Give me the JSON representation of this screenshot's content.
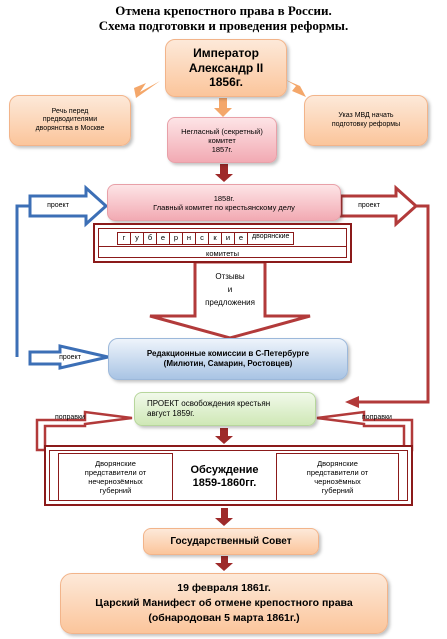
{
  "title": {
    "line1": "Отмена крепостного права в России.",
    "line2": "Схема подготовки и проведения реформы."
  },
  "emperor": {
    "line1": "Император",
    "line2": "Александр II",
    "line3": "1856г."
  },
  "speech": {
    "line1": "Речь перед",
    "line2": "предводителями",
    "line3": "дворянства в Москве"
  },
  "decree": {
    "line1": "Указ МВД начать",
    "line2": "подготовку реформы"
  },
  "secret_committee": {
    "line1": "Негласный (секретный)",
    "line2": "комитет",
    "line3": "1857г."
  },
  "main_committee": {
    "line1": "1858г.",
    "line2": "Главный комитет по крестьянскому делу"
  },
  "provincial_committees": {
    "letters": [
      "г",
      "у",
      "б",
      "е",
      "р",
      "н",
      "с",
      "к",
      "и",
      "е"
    ],
    "line1_tail": "дворянские",
    "line2": "комитеты"
  },
  "feedback": {
    "line1": "Отзывы",
    "line2": "и",
    "line3": "предложения"
  },
  "editorial": {
    "line1": "Редакционные комиссии в С-Петербурге",
    "line2": "(Милютин, Самарин, Ростовцев)"
  },
  "arrow_labels": {
    "project_left_top": "проект",
    "project_right_top": "проект",
    "project_left_bottom": "проект",
    "amend_left": "поправки",
    "amend_right": "поправки"
  },
  "draft": {
    "line1": "ПРОЕКТ освобождения крестьян",
    "line2": "август 1859г."
  },
  "discussion": {
    "left": {
      "line1": "Дворянские",
      "line2": "представители от",
      "line3": "нечернозёмных",
      "line4": "губерний"
    },
    "center": {
      "line1": "Обсуждение",
      "line2": "1859-1860гг."
    },
    "right": {
      "line1": "Дворянские",
      "line2": "представители от",
      "line3": "чернозёмных",
      "line4": "губерний"
    }
  },
  "state_council": "Государственный Совет",
  "manifesto": {
    "line1": "19 февраля 1861г.",
    "line2": "Царский Манифест об отмене крепостного права",
    "line3": "(обнародован 5 марта 1861г.)"
  },
  "colors": {
    "dark_red": "#8b1a1a",
    "blue_arrow": "#3c6fb6",
    "orange_arrow": "#f0a060"
  }
}
